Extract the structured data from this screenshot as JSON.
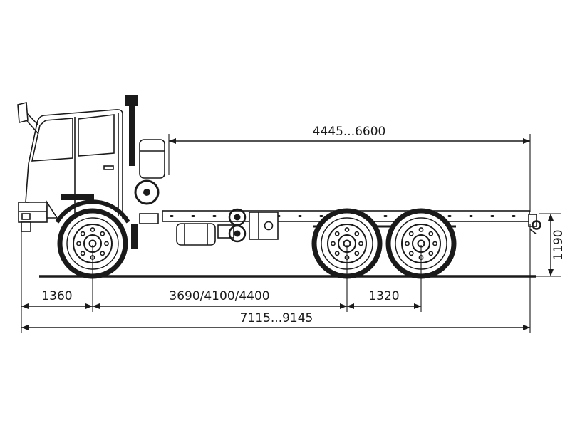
{
  "diagram": {
    "colors": {
      "line": "#1a1a1a",
      "background": "#ffffff"
    },
    "labels": {
      "top_span": "4445...6600",
      "frame_height": "1190",
      "front_overhang": "1360",
      "wheelbase": "3690/4100/4400",
      "rear_axle_spacing": "1320",
      "overall_length": "7115...9145"
    }
  }
}
